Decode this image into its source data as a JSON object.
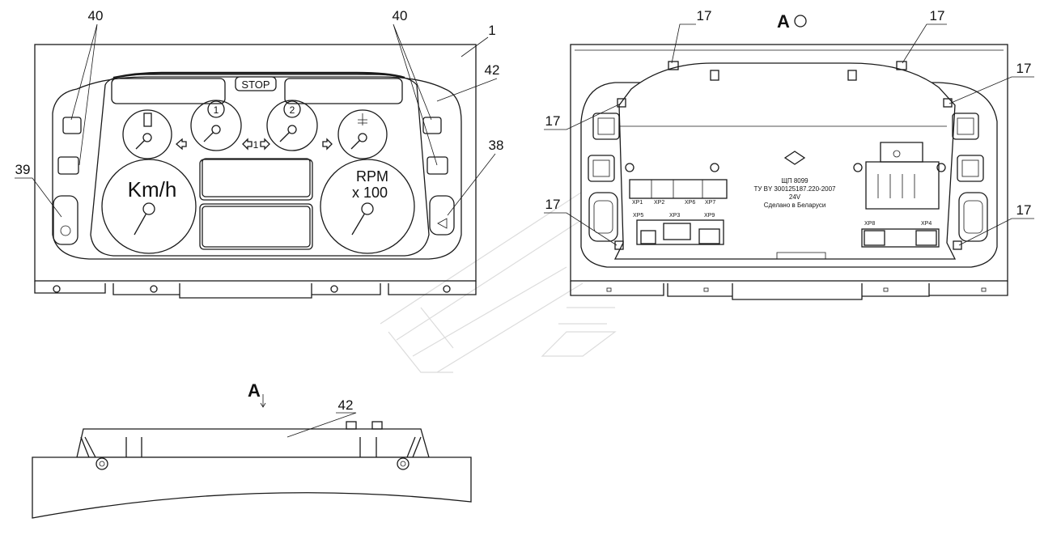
{
  "callouts": {
    "c40_left": "40",
    "c40_right": "40",
    "c1": "1",
    "c42_top": "42",
    "c38": "38",
    "c39": "39",
    "c17_a": "17",
    "c17_b": "17",
    "c17_c": "17",
    "c17_d": "17",
    "c17_e": "17",
    "c17_f": "17",
    "c42_bottom": "42"
  },
  "front_panel": {
    "stop_label": "STOP",
    "speed_label": "Km/h",
    "rpm_label": "RPM",
    "rpm_mult": "x 100",
    "gauge1_num": "1",
    "gauge2_num": "2",
    "arrows_label": "1"
  },
  "rear_panel": {
    "view_label": "A",
    "device_name": "ЩП 8099",
    "spec": "ТУ BY 300125187.220-2007",
    "voltage": "24V",
    "made_in": "Сделано в Беларуси",
    "connectors": [
      "XP1",
      "XP2",
      "XP6",
      "XP7",
      "XP5",
      "XP3",
      "XP9",
      "XP8",
      "XP4"
    ]
  },
  "side_view": {
    "view_label": "A"
  }
}
